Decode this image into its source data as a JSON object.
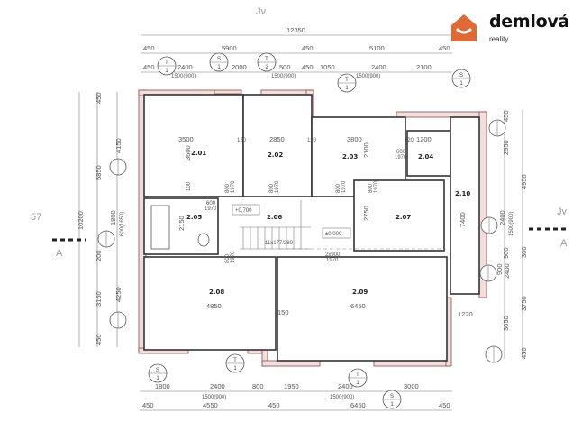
{
  "logo": {
    "brand": "demlová",
    "subtitle": "reality",
    "color": "#e06a35"
  },
  "handwritten": {
    "top": "Jv",
    "right": "Jv",
    "left": "57"
  },
  "section_marks": {
    "left": "A",
    "right": "A"
  },
  "rooms": [
    "2.01",
    "2.02",
    "2.03",
    "2.04",
    "2.05",
    "2.06",
    "2.07",
    "2.08",
    "2.09",
    "2.10"
  ],
  "levels": {
    "upper": "+0,700",
    "ground": "±0,000",
    "stairs": "11x177/280"
  },
  "axis_markers": {
    "s_top": "S",
    "t_top": "T",
    "one": "1",
    "two": "2"
  },
  "dimensions": {
    "top": [
      "12350",
      "450",
      "5900",
      "450",
      "5100",
      "450",
      "450",
      "2400",
      "1500(900)",
      "2000",
      "500",
      "1500(900)",
      "450",
      "1050",
      "2400",
      "1500(900)",
      "2100"
    ],
    "bottom": [
      "1800",
      "2400",
      "1500(900)",
      "800",
      "1950",
      "2400",
      "1500(900)",
      "3000",
      "450",
      "4550",
      "450",
      "6450",
      "450"
    ],
    "left": [
      "10200",
      "450",
      "5850",
      "200",
      "3150",
      "450",
      "4150",
      "1800",
      "600(1650)",
      "4250"
    ],
    "right": [
      "450",
      "2650",
      "2400",
      "1500(900)",
      "900",
      "900",
      "2400",
      "3050",
      "450",
      "4950",
      "300",
      "3750"
    ],
    "interior": [
      "3500",
      "120",
      "2850",
      "120",
      "3800",
      "120",
      "1200",
      "3600",
      "100",
      "2100",
      "2750",
      "2150",
      "4850",
      "150",
      "6450",
      "1220",
      "7400"
    ],
    "doors": [
      "800",
      "1970",
      "800",
      "1970",
      "800",
      "1970",
      "800",
      "1970",
      "600",
      "1970",
      "600",
      "1970",
      "800",
      "1970",
      "2x900",
      "1970"
    ]
  }
}
